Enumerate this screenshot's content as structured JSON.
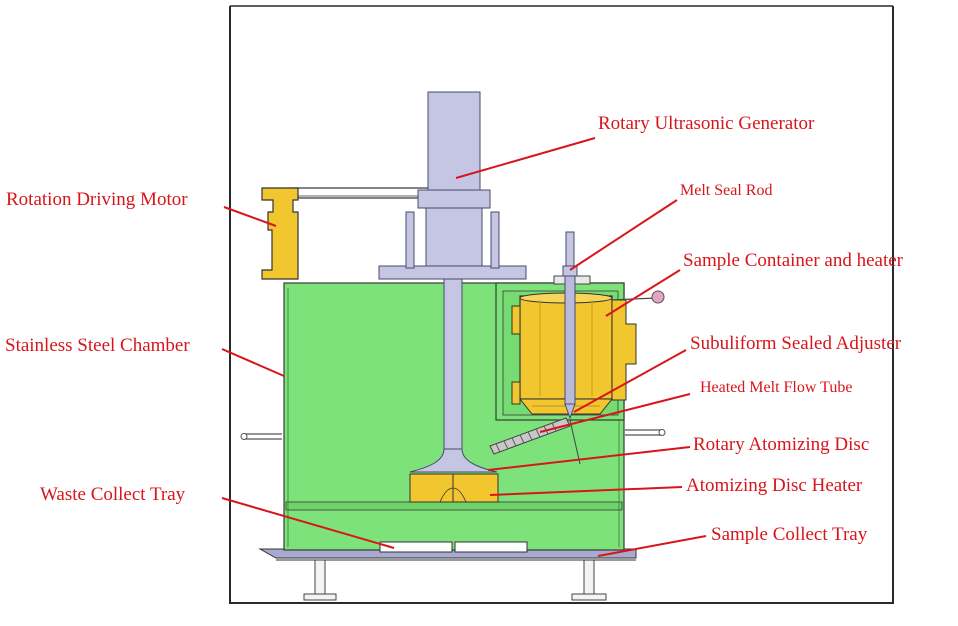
{
  "labels": {
    "rotary_ultrasonic_generator": "Rotary Ultrasonic Generator",
    "melt_seal_rod": "Melt Seal Rod",
    "rotation_driving_motor": "Rotation Driving Motor",
    "sample_container_heater": "Sample Container and heater",
    "stainless_steel_chamber": "Stainless Steel Chamber",
    "subuliform_sealed_adjuster": "Subuliform Sealed Adjuster",
    "heated_melt_flow_tube": "Heated Melt Flow Tube",
    "rotary_atomizing_disc": "Rotary Atomizing Disc",
    "waste_collect_tray": "Waste Collect Tray",
    "atomizing_disc_heater": "Atomizing Disc Heater",
    "sample_collect_tray": "Sample Collect Tray"
  },
  "colors": {
    "label_text": "#d8151b",
    "leader_line": "#d8151b",
    "chamber_green": "#7ee27a",
    "shaft_lavender": "#c4c6e4",
    "heater_yellow": "#f2c62e",
    "outline": "#3a3a3a"
  }
}
